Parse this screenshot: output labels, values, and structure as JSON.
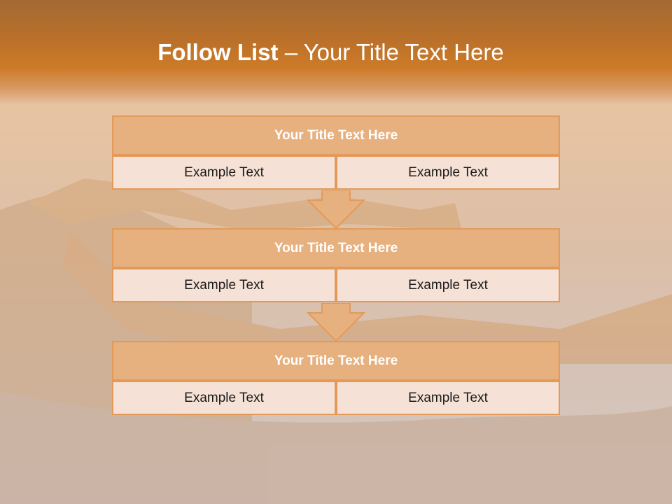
{
  "slide": {
    "title_bold": "Follow List ",
    "title_rest": " – Your Title Text Here"
  },
  "tables": [
    {
      "title": "Your Title Text Here",
      "left": "Example Text",
      "right": "Example Text"
    },
    {
      "title": "Your Title Text Here",
      "left": "Example Text",
      "right": "Example Text"
    },
    {
      "title": "Your Title Text Here",
      "left": "Example Text",
      "right": "Example Text"
    }
  ],
  "colors": {
    "header_orange": "#cd7b27",
    "table_header_fill": "#e6b07f",
    "table_border": "#e29a5a",
    "table_cell_fill": "#f5e1d5"
  }
}
